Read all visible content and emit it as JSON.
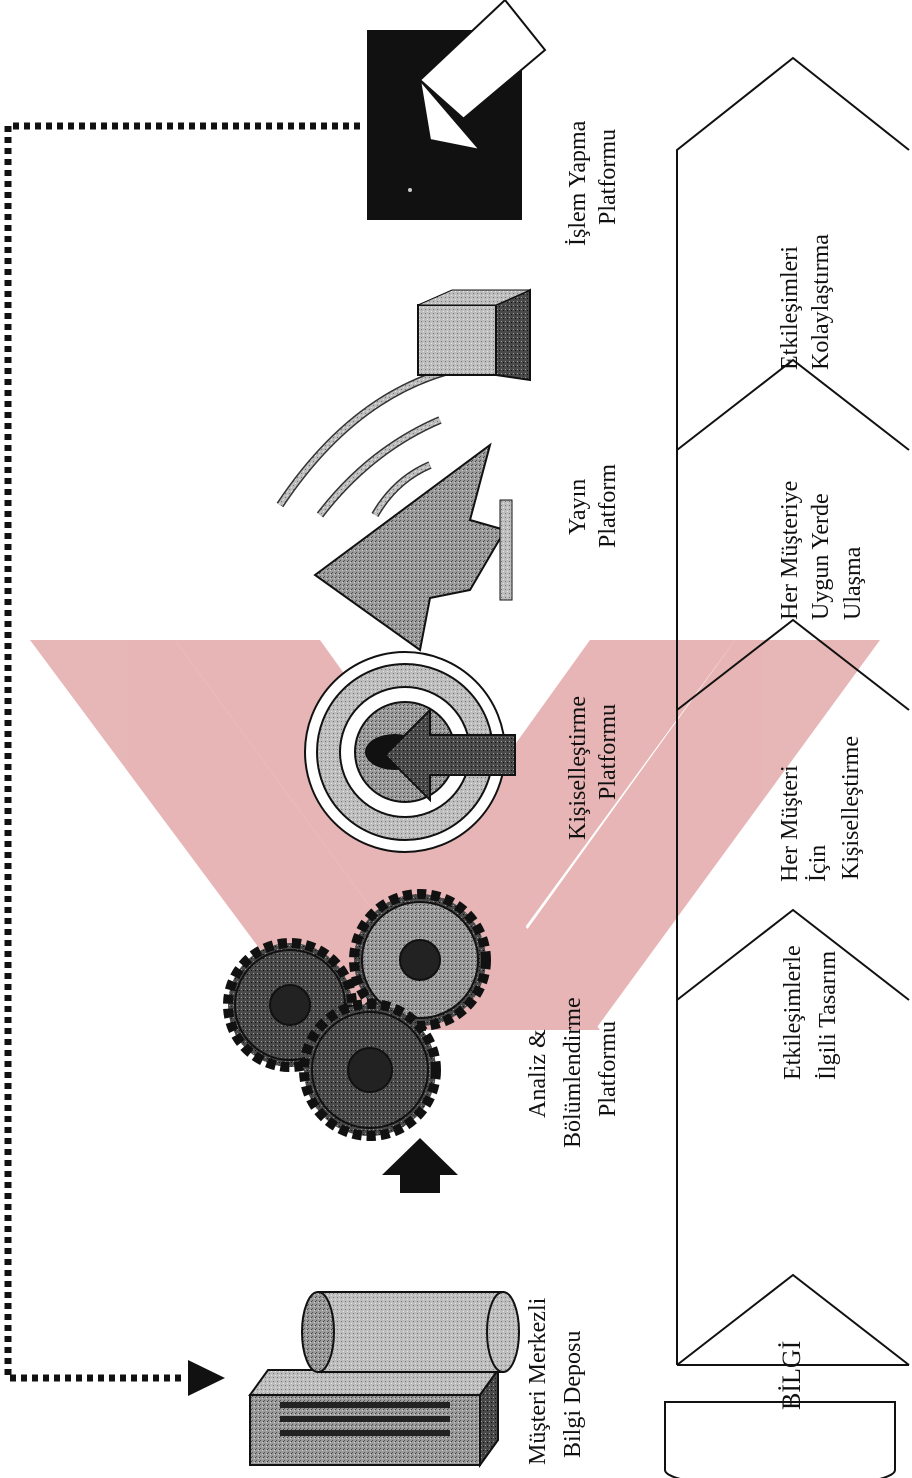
{
  "watermark_color": "#e3a9a9",
  "platforms": {
    "storage": {
      "line1": "Müşteri Merkezli",
      "line2": "Bilgi Deposu",
      "icon": "database-server-icon"
    },
    "analysis": {
      "line1": "Analiz &",
      "line2": "Bölümlendirme",
      "line3": "Platformu",
      "icon": "gears-icon"
    },
    "personalization": {
      "line1": "Kişiselleştirme",
      "line2": "Platformu",
      "icon": "target-arrow-icon"
    },
    "broadcast": {
      "line1": "Yayın",
      "line2": "Platform",
      "icon": "broadcast-computer-icon"
    },
    "transaction": {
      "line1": "İşlem Yapma",
      "line2": "Platformu",
      "icon": "transaction-arrow-icon"
    }
  },
  "process": {
    "database_label": "BİLGİ",
    "steps": [
      {
        "lines": [
          "Etkileşimlerle",
          "İlgili Tasarım"
        ]
      },
      {
        "lines": [
          "Her Müşteri",
          "İçin",
          "Kişiselleştirme"
        ]
      },
      {
        "lines": [
          "Her Müşteriye",
          "Uygun  Yerde",
          "Ulaşma"
        ]
      },
      {
        "lines": [
          "Etkileşimleri",
          "Kolaylaştırma"
        ]
      }
    ]
  }
}
